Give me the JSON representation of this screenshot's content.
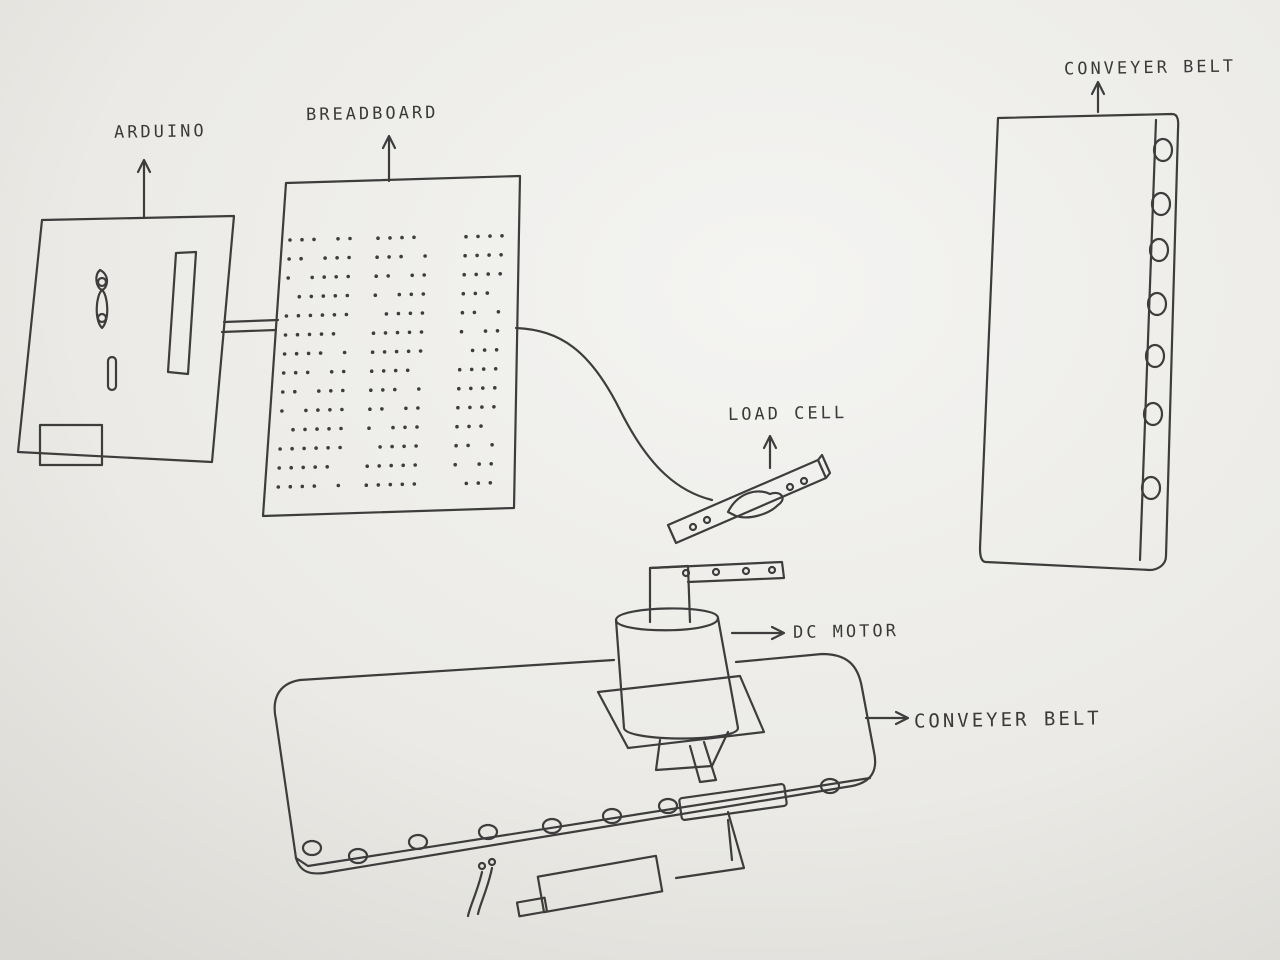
{
  "labels": {
    "arduino": "ARDUINO",
    "breadboard": "BREADBOARD",
    "conveyer_belt_top": "CONVEYER BELT",
    "load_cell": "LOAD CELL",
    "dc_motor": "DC MOTOR",
    "conveyer_belt_bottom": "CONVEYER BELT"
  },
  "colors": {
    "paper": "#e9e8e4",
    "pencil": "#3d3d3d"
  }
}
